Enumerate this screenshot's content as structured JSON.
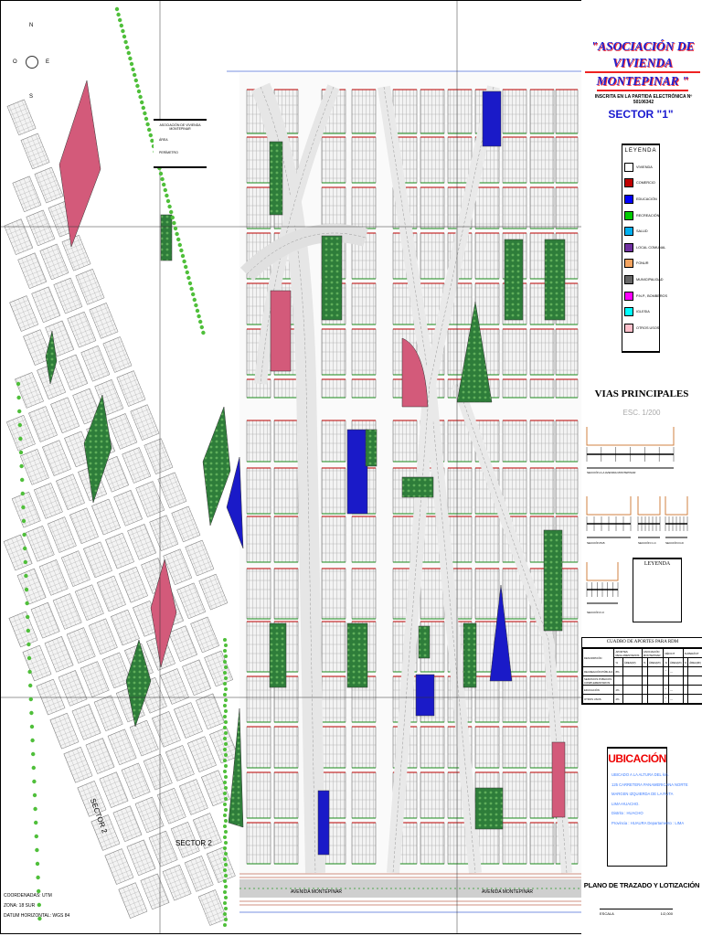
{
  "title": {
    "line1": "\"ASOCIACIÓN DE VIVIENDA",
    "line2": "MONTEPINAR \"",
    "inscription": "INSCRITA EN LA PARTIDA ELECTRÓNICA Nº 50106342",
    "sector": "SECTOR \"1\""
  },
  "legend": {
    "title": "LEYENDA",
    "items": [
      {
        "label": "VIVIENDA",
        "color": "#ffffff"
      },
      {
        "label": "COMERCIO",
        "color": "#c00000"
      },
      {
        "label": "EDUCACIÓN",
        "color": "#0000ff"
      },
      {
        "label": "RECREACIÓN",
        "color": "#00cc00"
      },
      {
        "label": "SALUD",
        "color": "#00b0f0"
      },
      {
        "label": "LOCAL COMUNAL",
        "color": "#7030a0"
      },
      {
        "label": "FONUR",
        "color": "#f4a460"
      },
      {
        "label": "MUNICIPALIDAD",
        "color": "#666666"
      },
      {
        "label": "P.N.P., BOMBEROS",
        "color": "#ff00ff"
      },
      {
        "label": "IGLESIA",
        "color": "#00ffff"
      },
      {
        "label": "OTROS USOS",
        "color": "#ffc0cb"
      }
    ]
  },
  "vias": {
    "title": "VIAS PRINCIPALES",
    "scale": "ESC. 1/200",
    "sections": [
      "SECCIÓN A-A AVENIDA MONTEPINAR",
      "SECCIÓN B-B",
      "SECCIÓN C-C",
      "SECCIÓN D-D",
      "SECCIÓN F-F"
    ],
    "legend_title": "LEYENDA"
  },
  "cuadro": {
    "title": "CUADRO DE APORTES PARA RDM",
    "headers": [
      "DESCRIPCIÓN",
      "APORTES REGLAMENTARIOS",
      "ASOCIACIÓN MONTEPINAR",
      "DÉFICIT",
      "SUPERÁVIT"
    ],
    "subheaders": [
      "%",
      "ÁREA(M²)",
      "%",
      "ÁREA(M²)",
      "%",
      "ÁREA(M²)",
      "%",
      "ÁREA(M²)"
    ],
    "rows": [
      [
        "RECREACIÓN PÚBLICA",
        "8%",
        "",
        "",
        "",
        "---",
        "---",
        "",
        ""
      ],
      [
        "SERVICIOS PÚBLICOS COMPLEMENTARIOS",
        "",
        "",
        "",
        "",
        "",
        "",
        "",
        ""
      ],
      [
        "EDUCACIÓN",
        "2%",
        "",
        "",
        "",
        "---",
        "---",
        "",
        ""
      ],
      [
        "OTROS USOS",
        "2%",
        "",
        "",
        "",
        "---",
        "---",
        "",
        ""
      ]
    ]
  },
  "ubicacion": {
    "title": "UBICACIÓN",
    "lines": [
      "UBICADO A LA ALTURA DEL km.",
      "125 CARRETERA PANAMERICANA NORTE",
      "MARGEN IZQUIERDA DE LA RUTA",
      "LIMA-HUACHO.",
      "Distrito : HUACHO",
      "Provincia : HUAURA Departamento : LIMA"
    ]
  },
  "plano": {
    "title": "PLANO DE TRAZADO Y LOTIZACIÓN",
    "scale_label": "ESCALA",
    "scale_value": "1/2,000"
  },
  "map": {
    "avenue_label_1": "AVENIDA MONTEPINAR",
    "avenue_label_2": "AVENIDA MONTEPINAR",
    "sector2_label_1": "SECTOR 2",
    "sector2_label_2": "SECTOR 2",
    "info_box": {
      "title": "ASOCIACIÓN DE VIVIENDA MONTEPINAR",
      "area_label": "ÁREA",
      "perimeter_label": "PERÍMETRO"
    },
    "coords": [
      "COORDENADAS: UTM",
      "ZONA: 18 SUR",
      "DATUM HORIZONTAL: WGS 84"
    ],
    "compass": {
      "north": "N",
      "south": "S",
      "east": "E",
      "west": "O"
    }
  }
}
